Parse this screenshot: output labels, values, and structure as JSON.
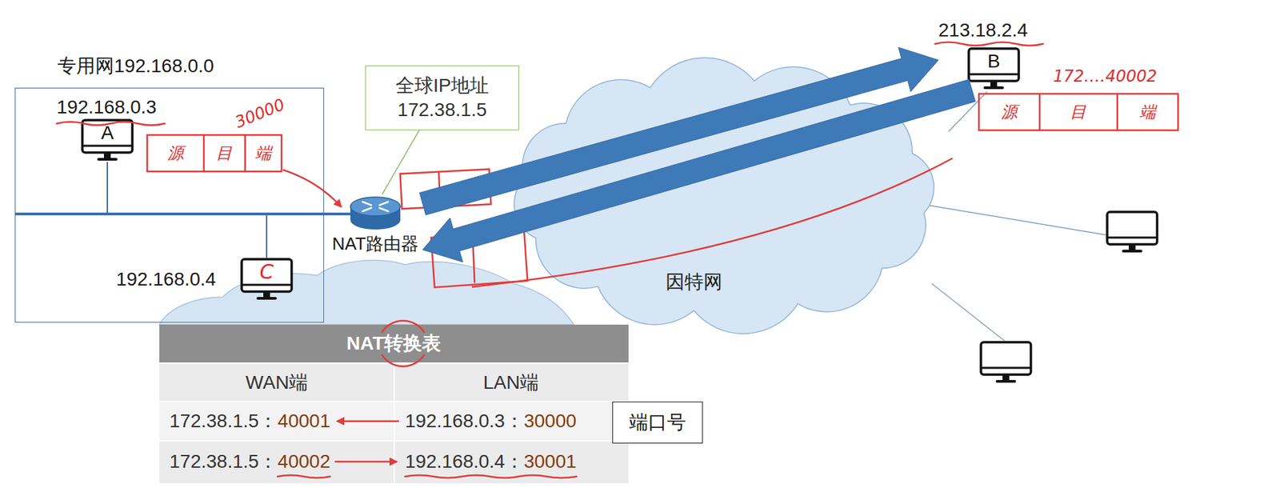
{
  "diagram": {
    "nodes": [
      {
        "text": [
          "专用网192.168.0.0"
        ]
      },
      {
        "text": [
          "192.168.0.3",
          "A"
        ],
        "in": 0
      },
      {
        "text": [
          "192.168.0.4",
          "C"
        ],
        "in": 0
      },
      {
        "text": [
          "NAT路由器"
        ]
      },
      {
        "text": [
          "全球IP地址 172.38.1.5"
        ]
      },
      {
        "text": [
          "因特网"
        ]
      },
      {
        "text": [
          "213.18.2.4",
          "B"
        ]
      },
      {
        "text": [
          "端口号"
        ]
      }
    ],
    "edges": [
      {
        "from": 1,
        "to": 3,
        "arrow": "none"
      },
      {
        "from": 2,
        "to": 3,
        "arrow": "none"
      },
      {
        "from": 4,
        "to": 3,
        "arrow": "none"
      },
      {
        "from": 3,
        "to": 6,
        "arrow": "to"
      },
      {
        "from": 6,
        "to": 3,
        "arrow": "to"
      }
    ],
    "labels": [
      "NAT转换表",
      "WAN端",
      "LAN端",
      "172.38.1.5：",
      "40001",
      "192.168.0.3：",
      "30000",
      "172.38.1.5：",
      "40002",
      "192.168.0.4：",
      "30001",
      "30000",
      "源",
      "目",
      "端",
      "172.…40002",
      "源",
      "目",
      "端"
    ]
  }
}
